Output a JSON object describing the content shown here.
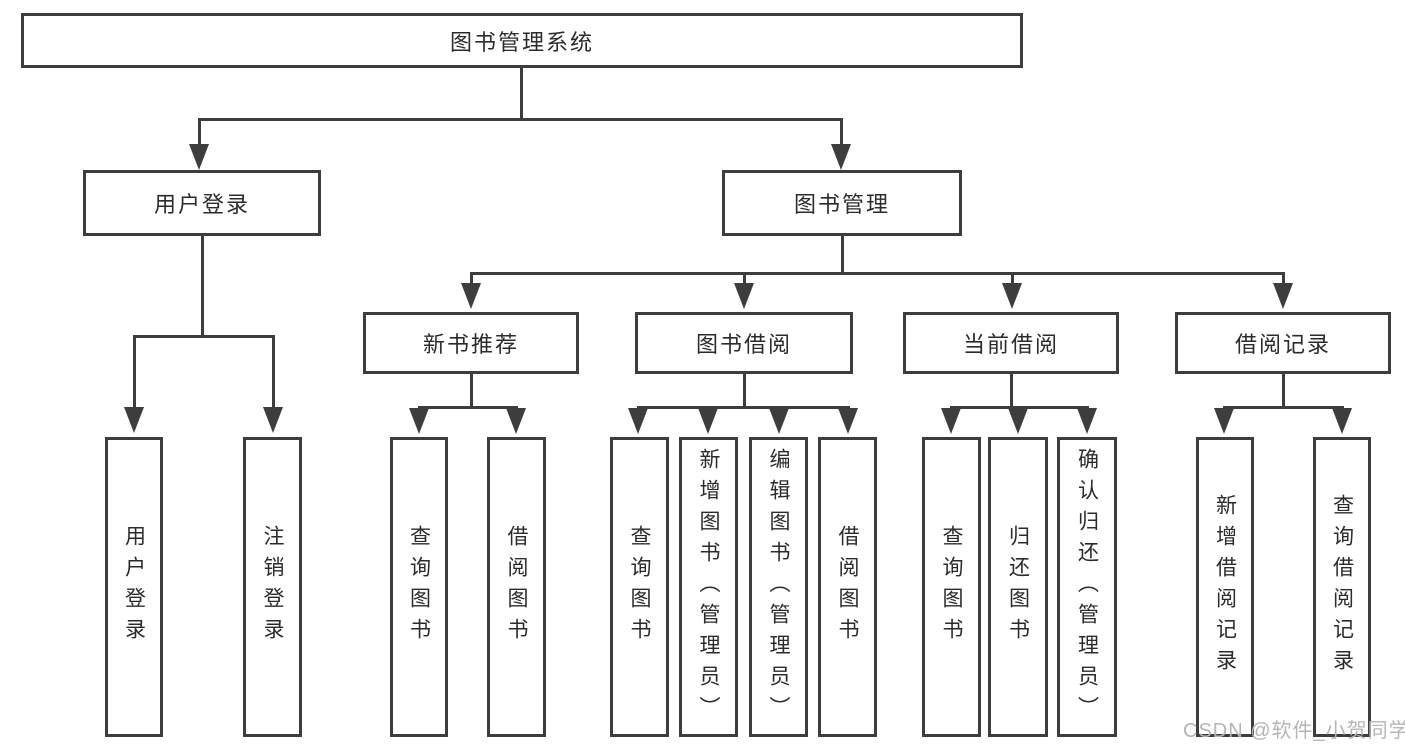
{
  "diagram_title": "图书管理系统",
  "tree": {
    "label": "图书管理系统",
    "children": [
      {
        "label": "用户登录",
        "children": [
          {
            "label": "用户登录"
          },
          {
            "label": "注销登录"
          }
        ]
      },
      {
        "label": "图书管理",
        "children": [
          {
            "label": "新书推荐",
            "children": [
              {
                "label": "查询图书"
              },
              {
                "label": "借阅图书"
              }
            ]
          },
          {
            "label": "图书借阅",
            "children": [
              {
                "label": "查询图书"
              },
              {
                "label": "新增图书（管理员）"
              },
              {
                "label": "编辑图书（管理员）"
              },
              {
                "label": "借阅图书"
              }
            ]
          },
          {
            "label": "当前借阅",
            "children": [
              {
                "label": "查询图书"
              },
              {
                "label": "归还图书"
              },
              {
                "label": "确认归还（管理员）"
              }
            ]
          },
          {
            "label": "借阅记录",
            "children": [
              {
                "label": "新增借阅记录"
              },
              {
                "label": "查询借阅记录"
              }
            ]
          }
        ]
      }
    ]
  },
  "watermark": {
    "text": "CSDN @软件_小贺同学"
  },
  "colors": {
    "line": "#3d3d3d",
    "text": "#2b2b2b",
    "background": "#ffffff",
    "watermark": "#b5b5b5"
  }
}
